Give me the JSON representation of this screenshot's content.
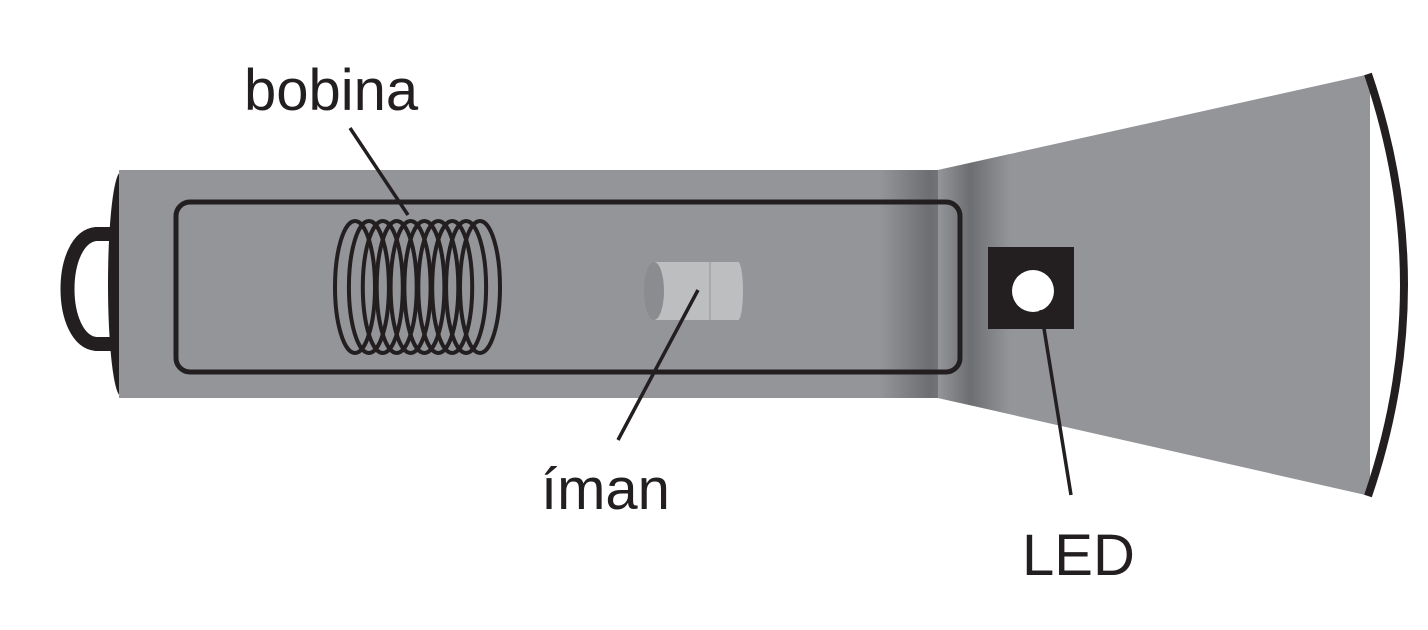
{
  "labels": {
    "coil": "bobina",
    "magnet": "íman",
    "led": "LED"
  },
  "colors": {
    "body_gray": "#939598",
    "outline": "#231f20",
    "magnet_light": "#bcbec0",
    "magnet_dark": "#8a8c8f",
    "led_light": "#ffffff",
    "background": "#ffffff"
  },
  "coil": {
    "turns": 10
  }
}
